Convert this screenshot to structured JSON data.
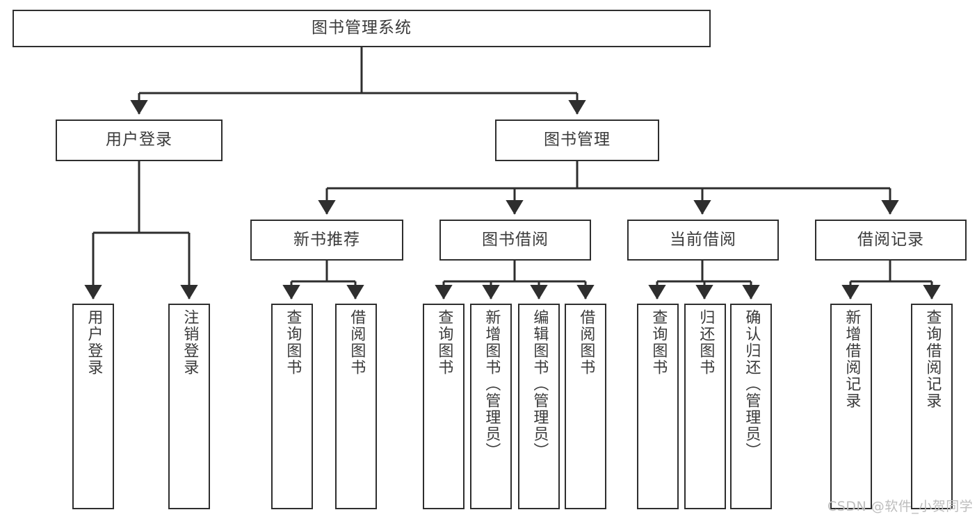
{
  "diagram": {
    "title": "图书管理系统",
    "type": "tree-hierarchy",
    "watermark": "CSDN @软件_小贺同学",
    "colors": {
      "stroke": "#2e2e2e",
      "text": "#3a3a3a",
      "background": "#ffffff",
      "watermark": "#bdbdbd"
    },
    "root": {
      "label": "图书管理系统"
    },
    "level2": [
      {
        "label": "用户登录"
      },
      {
        "label": "图书管理"
      }
    ],
    "level3": [
      {
        "label": "新书推荐"
      },
      {
        "label": "图书借阅"
      },
      {
        "label": "当前借阅"
      },
      {
        "label": "借阅记录"
      }
    ],
    "leaves": {
      "user_login": [
        {
          "label": "用户登录"
        },
        {
          "label": "注销登录"
        }
      ],
      "new_book_recommend": [
        {
          "label": "查询图书"
        },
        {
          "label": "借阅图书"
        }
      ],
      "book_borrow": [
        {
          "label": "查询图书"
        },
        {
          "label": "新增图书（管理员）"
        },
        {
          "label": "编辑图书（管理员）"
        },
        {
          "label": "借阅图书"
        }
      ],
      "current_borrow": [
        {
          "label": "查询图书"
        },
        {
          "label": "归还图书"
        },
        {
          "label": "确认归还（管理员）"
        }
      ],
      "borrow_record": [
        {
          "label": "新增借阅记录"
        },
        {
          "label": "查询借阅记录"
        }
      ]
    }
  }
}
